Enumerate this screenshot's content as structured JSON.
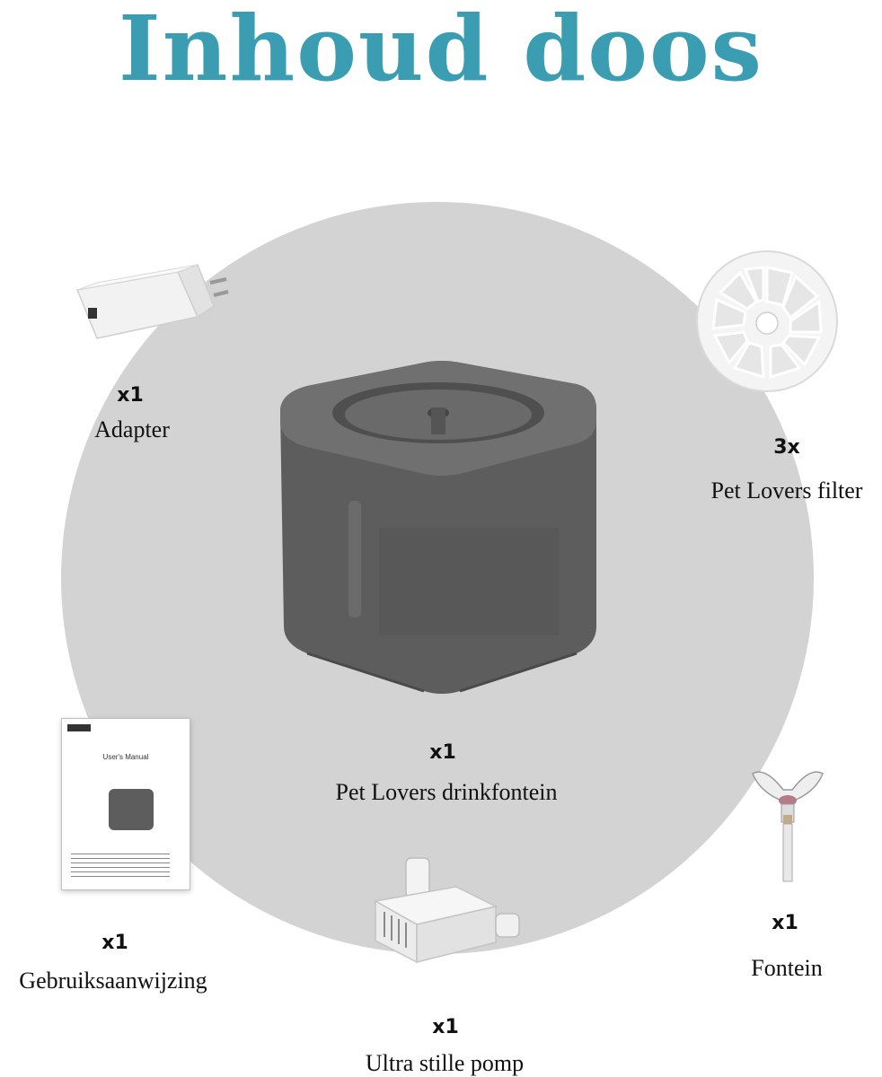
{
  "title": "Inhoud doos",
  "items": [
    {
      "qty": "x1",
      "label": "Adapter",
      "icon": "adapter-icon"
    },
    {
      "qty": "3x",
      "label": "Pet Lovers filter",
      "icon": "filter-icon"
    },
    {
      "qty": "x1",
      "label": "Pet Lovers drinkfontein",
      "icon": "drinking-fountain-icon"
    },
    {
      "qty": "x1",
      "label": "Gebruiksaanwijzing",
      "icon": "manual-icon"
    },
    {
      "qty": "x1",
      "label": "Fontein",
      "icon": "fountain-nozzle-icon"
    },
    {
      "qty": "x1",
      "label": "Ultra stille pomp",
      "icon": "pump-icon"
    }
  ],
  "manual": {
    "header": "User's Manual"
  },
  "colors": {
    "title": "#3a9db1",
    "circle": "#d3d3d3",
    "fountain": "#5d5d5d"
  }
}
